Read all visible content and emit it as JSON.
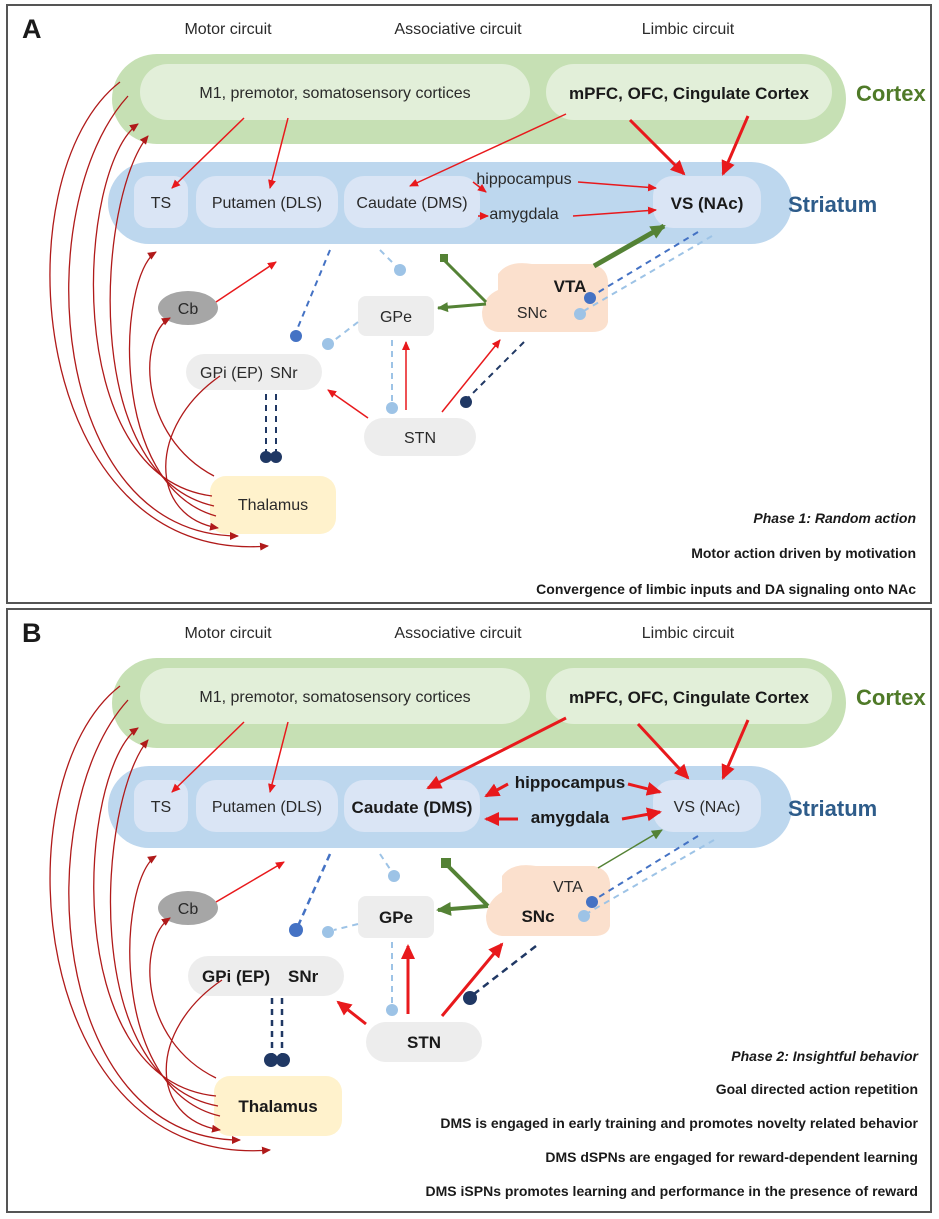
{
  "colors": {
    "cortex_fill": "#c6e0b4",
    "cortex_inner": "#e2efd9",
    "cortex_label": "#4f7a28",
    "striatum_fill": "#bdd7ee",
    "striatum_inner": "#dae5f5",
    "striatum_label": "#2e5c8a",
    "gray_node": "#ededed",
    "cb_fill": "#a6a6a6",
    "thalamus_fill": "#fff2cc",
    "vta_fill": "#fbe0cd",
    "red_arrow": "#e8191c",
    "dark_red_arrow": "#b01a1a",
    "green_arrow": "#548235",
    "blue_dash": "#4472c4",
    "light_blue": "#9dc3e6",
    "navy": "#203864"
  },
  "panels": [
    {
      "label": "A",
      "circuits": [
        "Motor circuit",
        "Associative circuit",
        "Limbic circuit"
      ],
      "cortex": {
        "label": "Cortex",
        "motor": "M1, premotor, somatosensory cortices",
        "limbic": "mPFC, OFC, Cingulate Cortex"
      },
      "striatum": {
        "label": "Striatum",
        "ts": "TS",
        "putamen": "Putamen (DLS)",
        "caudate": "Caudate (DMS)",
        "vs": "VS (NAc)"
      },
      "hippocampus": "hippocampus",
      "amygdala": "amygdala",
      "nodes": {
        "cb": "Cb",
        "gpe": "GPe",
        "gpi": "GPi (EP)",
        "snr": "SNr",
        "stn": "STN",
        "vta": "VTA",
        "snc": "SNc",
        "thalamus": "Thalamus"
      },
      "notes": [
        "Phase 1: Random action",
        "Motor action driven by motivation",
        "Convergence of limbic inputs and DA signaling onto NAc"
      ]
    },
    {
      "label": "B",
      "circuits": [
        "Motor circuit",
        "Associative circuit",
        "Limbic circuit"
      ],
      "cortex": {
        "label": "Cortex",
        "motor": "M1, premotor, somatosensory cortices",
        "limbic": "mPFC, OFC, Cingulate Cortex"
      },
      "striatum": {
        "label": "Striatum",
        "ts": "TS",
        "putamen": "Putamen (DLS)",
        "caudate": "Caudate (DMS)",
        "vs": "VS (NAc)"
      },
      "hippocampus": "hippocampus",
      "amygdala": "amygdala",
      "nodes": {
        "cb": "Cb",
        "gpe": "GPe",
        "gpi": "GPi (EP)",
        "snr": "SNr",
        "stn": "STN",
        "vta": "VTA",
        "snc": "SNc",
        "thalamus": "Thalamus"
      },
      "notes": [
        "Phase 2: Insightful behavior",
        "Goal directed action repetition",
        "DMS is engaged in early training and promotes novelty related behavior",
        "DMS dSPNs are engaged for reward-dependent learning",
        "DMS iSPNs promotes learning and performance in the presence of reward"
      ]
    }
  ]
}
